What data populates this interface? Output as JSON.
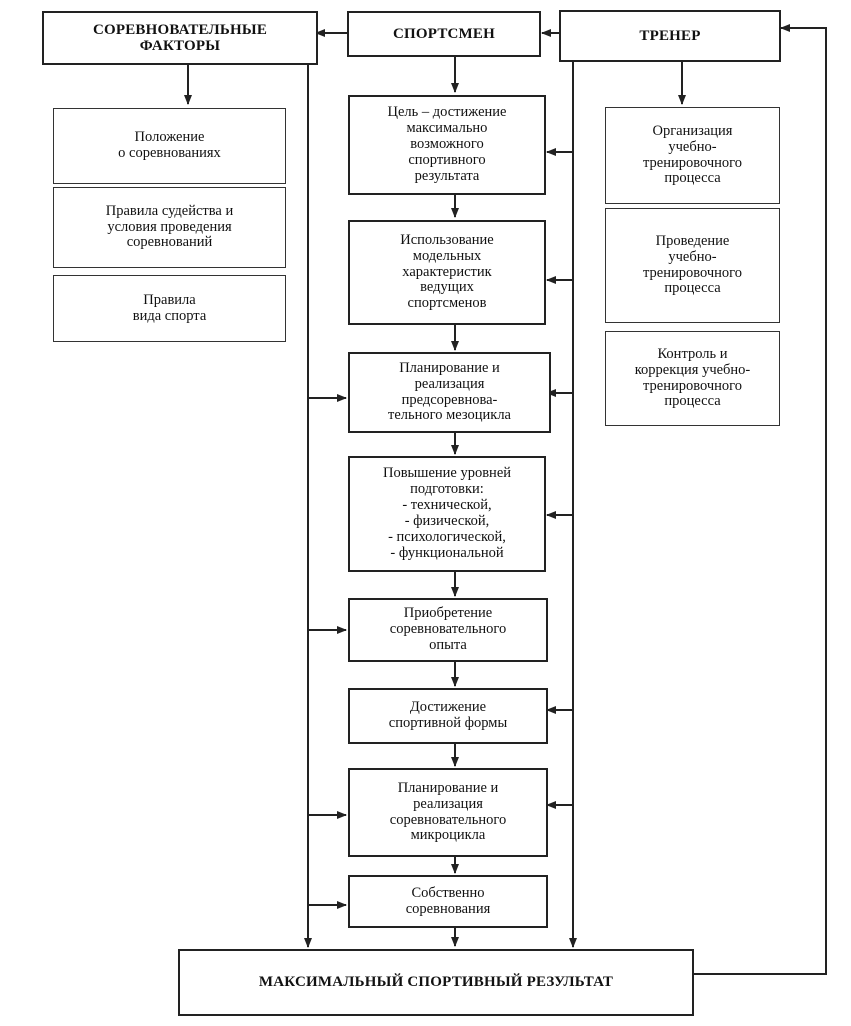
{
  "headers": {
    "factors": "СОРЕВНОВАТЕЛЬНЫЕ\nФАКТОРЫ",
    "athlete": "СПОРТСМЕН",
    "coach": "ТРЕНЕР"
  },
  "factors": [
    "Положение\nо соревнованиях",
    "Правила судейства и\nусловия проведения\nсоревнований",
    "Правила\nвида спорта"
  ],
  "athlete_steps": [
    "Цель – достижение\nмаксимально\nвозможного\nспортивного\nрезультата",
    "Использование\nмодельных\nхарактеристик\nведущих\nспортсменов",
    "Планирование и\nреализация\nпредсоревнова-\nтельного мезоцикла",
    "Повышение уровней\nподготовки:\n- технической,\n- физической,\n- психологической,\n- функциональной",
    "Приобретение\nсоревновательного\nопыта",
    "Достижение\nспортивной формы",
    "Планирование и\nреализация\nсоревновательного\nмикроцикла",
    "Собственно\nсоревнования"
  ],
  "coach_tasks": [
    "Организация\nучебно-\nтренировочного\nпроцесса",
    "Проведение\nучебно-\nтренировочного\nпроцесса",
    "Контроль и\nкоррекция учебно-\nтренировочного\nпроцесса"
  ],
  "result": "МАКСИМАЛЬНЫЙ СПОРТИВНЫЙ РЕЗУЛЬТАТ"
}
